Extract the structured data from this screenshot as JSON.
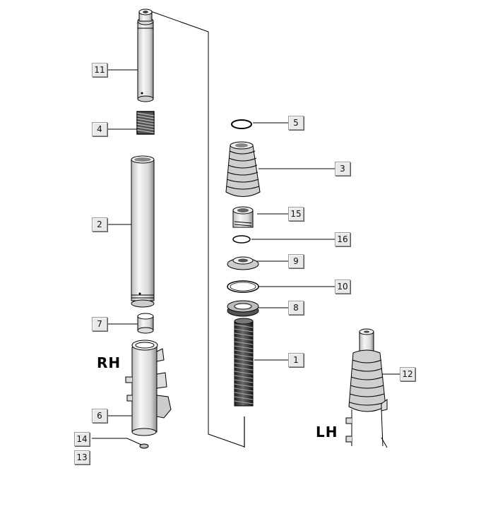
{
  "diagram": {
    "side_labels": {
      "right": "RH",
      "left": "LH"
    },
    "callouts": {
      "c1": "1",
      "c2": "2",
      "c3": "3",
      "c4": "4",
      "c5": "5",
      "c6": "6",
      "c7": "7",
      "c8": "8",
      "c9": "9",
      "c10": "10",
      "c11": "11",
      "c12": "12",
      "c13": "13",
      "c14": "14",
      "c15": "15",
      "c16": "16"
    }
  }
}
